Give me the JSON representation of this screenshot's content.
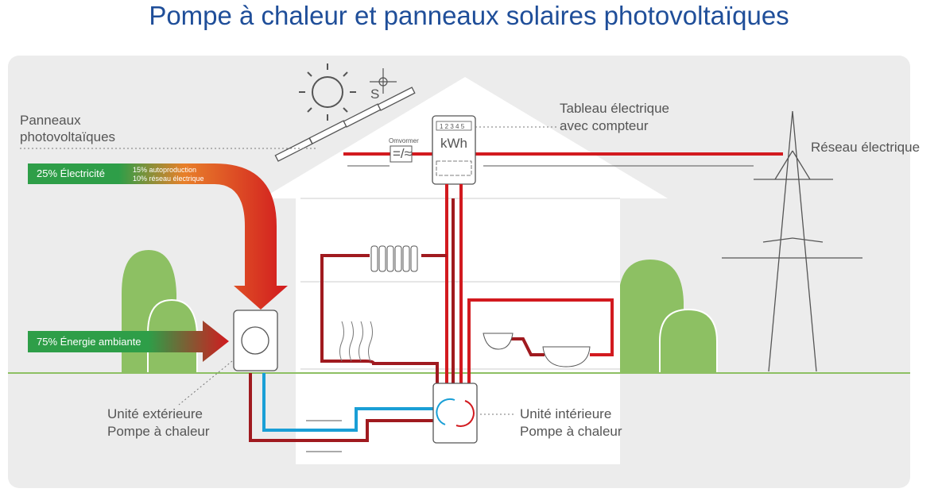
{
  "title": "Pompe à chaleur et panneaux solaires photovoltaïques",
  "labels": {
    "panels_line1": "Panneaux",
    "panels_line2": "photovoltaïques",
    "compass": "S",
    "meter_line1": "Tableau électrique",
    "meter_line2": "avec compteur",
    "grid": "Réseau électrique",
    "inverter": "Omvormer",
    "inverter_symbol": "=/≈",
    "meter_digits": "1 2 3 4 5",
    "meter_unit": "kWh",
    "outdoor_line1": "Unité extérieure",
    "outdoor_line2": "Pompe à chaleur",
    "indoor_line1": "Unité intérieure",
    "indoor_line2": "Pompe à chaleur"
  },
  "flows": {
    "electricity": "25% Électricité",
    "self_production": "15% autoproduction",
    "grid_share": "10% réseau électrique",
    "ambient": "75% Énergie ambiante"
  },
  "colors": {
    "title": "#1f4e99",
    "green": "#2e9e48",
    "red": "#d21a1f",
    "blue": "#1a9fd6",
    "tree": "#8dc063"
  }
}
